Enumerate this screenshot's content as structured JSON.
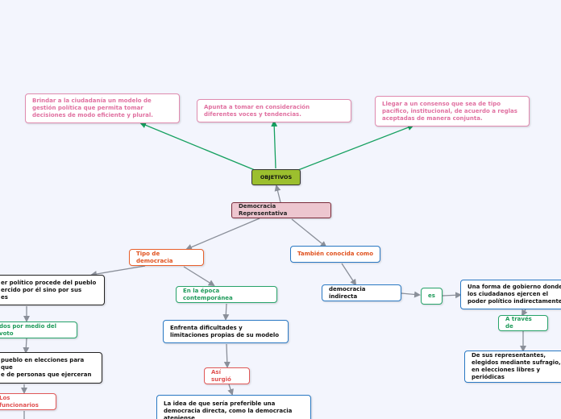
{
  "central": {
    "label": "Democracia Representativa"
  },
  "objetivos": {
    "label": "OBJETIVOS",
    "items": [
      "Brindar a la ciudadanía un modelo de gestión política que permita tomar decisiones de modo eficiente y plural.",
      "Apunta a tomar en consideración diferentes voces y tendencias.",
      "Llegar a un consenso que sea de tipo pacífico, institucional, de acuerdo a reglas aceptadas de manera conjunta."
    ]
  },
  "tipo": {
    "label": "Tipo de democracia",
    "definicion": "er político procede del pueblo\nercido por él sino por sus\nes",
    "elegidos": "dos por medio del voto",
    "elecciones": "pueblo en elecciones para que\ne de personas que ejerceran",
    "funcionarios": "Los funcionarios"
  },
  "epoca": {
    "label": "En la época contemporánea",
    "enfrenta": "Enfrenta dificultades y limitaciones propias de su modelo",
    "asi_surgio": "Así surgió",
    "idea": "La idea de que sería preferible una democracia directa, como la democracia ateniense"
  },
  "tambien": {
    "label": "También conocida como",
    "indirecta": "democracia indirecta",
    "es": "es",
    "forma": "Una forma de gobierno donde los ciudadanos ejercen el poder político indirectamente",
    "traves": "A través de",
    "representantes": "De sus representantes, elegidos mediante sufragio, en elecciones libres y periódicas"
  },
  "colors": {
    "background": "#f3f5fd",
    "objetivos": "#9cbf2e",
    "central": "#edc6cf",
    "link_green": "#16a060",
    "link_gray": "#8a8f99"
  }
}
